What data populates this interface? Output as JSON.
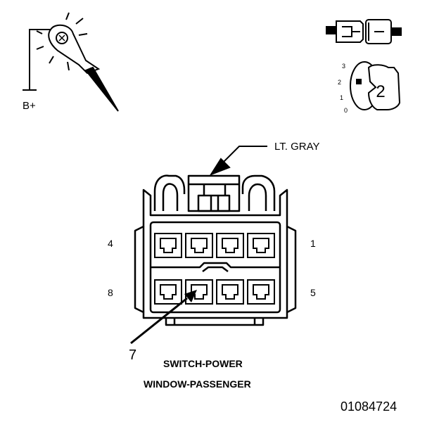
{
  "probe": {
    "label": "B+",
    "icon": "test-light-probe-icon"
  },
  "connector_icon": "two-way-connector-icon",
  "ignition_icon": {
    "name": "ignition-key-switch-icon",
    "positions": [
      "3",
      "2",
      "1",
      "0"
    ],
    "key_number": "2"
  },
  "connector": {
    "color_label": "LT. GRAY",
    "pin_labels": {
      "top_left": "4",
      "top_right": "1",
      "bottom_left": "8",
      "bottom_right": "5"
    },
    "callout_pin": "7",
    "title_line1": "SWITCH-POWER",
    "title_line2": "WINDOW-PASSENGER"
  },
  "figure_id": "01084724"
}
